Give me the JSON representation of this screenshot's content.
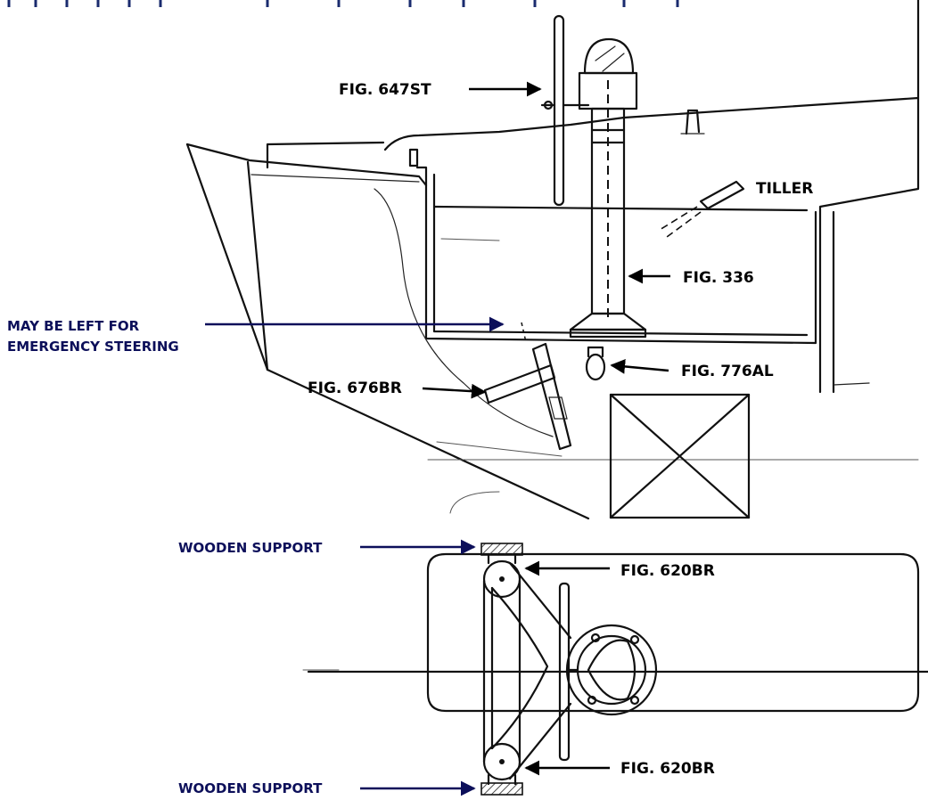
{
  "header_fragment": "...",
  "labels": {
    "fig_647st": "FIG. 647ST",
    "tiller": "TILLER",
    "fig_336": "FIG. 336",
    "emergency_line1": "MAY BE LEFT FOR",
    "emergency_line2": "EMERGENCY STEERING",
    "fig_776al": "FIG. 776AL",
    "fig_676br": "FIG. 676BR",
    "wooden_support_top": "WOODEN SUPPORT",
    "fig_620br_top": "FIG. 620BR",
    "fig_620br_bottom": "FIG. 620BR",
    "wooden_support_bottom": "WOODEN SUPPORT"
  },
  "colors": {
    "label_black": "#000000",
    "label_navy": "#0c0f5a",
    "line_ink": "#111111"
  }
}
